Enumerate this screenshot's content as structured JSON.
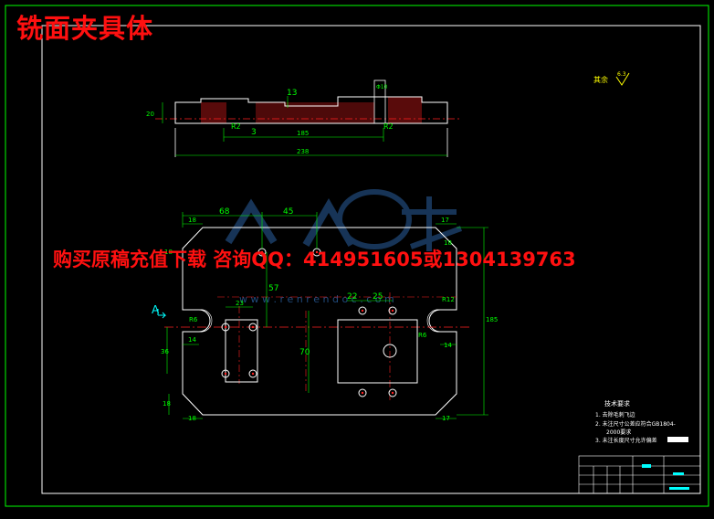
{
  "title": "铣面夹具体",
  "promo": "购买原稿充值下载 咨询QQ：414951605或1304139763",
  "watermark": {
    "url": "w w w . r e n r e n d o c . c o m"
  },
  "colors": {
    "background": "#000000",
    "border": "#00ff00",
    "outline": "#ffffff",
    "dimension": "#00ff00",
    "center_line": "#ff2020",
    "hatch": "#ff2020",
    "title_red": "#ff1010",
    "symbol_yellow": "#ffff00",
    "watermark_blue": "#2a5f9e",
    "titleblock_cyan": "#00ffff"
  },
  "roughness_note": {
    "label": "其余",
    "value": "6.3"
  },
  "side_view_dims": {
    "overall_length": "238",
    "inner_length": "185",
    "height": "20",
    "step": "13",
    "left_radius": "R2",
    "right_radius": "R2",
    "depth": "3",
    "hole": "Φ10"
  },
  "top_view_dims": {
    "d68": "68",
    "d45": "45",
    "d57": "57",
    "d22": "22",
    "d25": "25",
    "d70": "70",
    "d23": "23",
    "d14_left": "14",
    "d14_right": "14",
    "d18_tl": "18",
    "d18_bl": "18",
    "d18_br": "18",
    "d18_chamfer": "18",
    "d17_tr": "17",
    "d17_br": "17",
    "d18_left": "18",
    "height_total": "185",
    "left_mid": "36",
    "r_left": "R6",
    "r_right": "R6",
    "r12": "R12",
    "section_label": "A"
  },
  "tech_notes": {
    "title": "技术要求",
    "items": [
      "1. 去除毛刺飞边",
      "2. 未注尺寸公差应符合GB1804-",
      "2000要求",
      "3. 未注长度尺寸允许偏差"
    ]
  }
}
